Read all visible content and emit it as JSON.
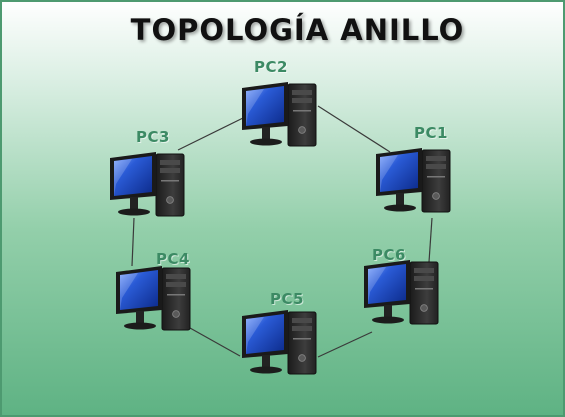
{
  "title": "TOPOLOGÍA ANILLO",
  "nodes": [
    {
      "id": "pc2",
      "label": "PC2"
    },
    {
      "id": "pc1",
      "label": "PC1"
    },
    {
      "id": "pc6",
      "label": "PC6"
    },
    {
      "id": "pc5",
      "label": "PC5"
    },
    {
      "id": "pc4",
      "label": "PC4"
    },
    {
      "id": "pc3",
      "label": "PC3"
    }
  ],
  "links": [
    [
      "pc2",
      "pc1"
    ],
    [
      "pc1",
      "pc6"
    ],
    [
      "pc6",
      "pc5"
    ],
    [
      "pc5",
      "pc4"
    ],
    [
      "pc4",
      "pc3"
    ],
    [
      "pc3",
      "pc2"
    ]
  ],
  "colors": {
    "label": "#3c8a64",
    "link": "#3a3a3a",
    "screen": "#1f4fc4",
    "tower": "#2b2b2b"
  }
}
